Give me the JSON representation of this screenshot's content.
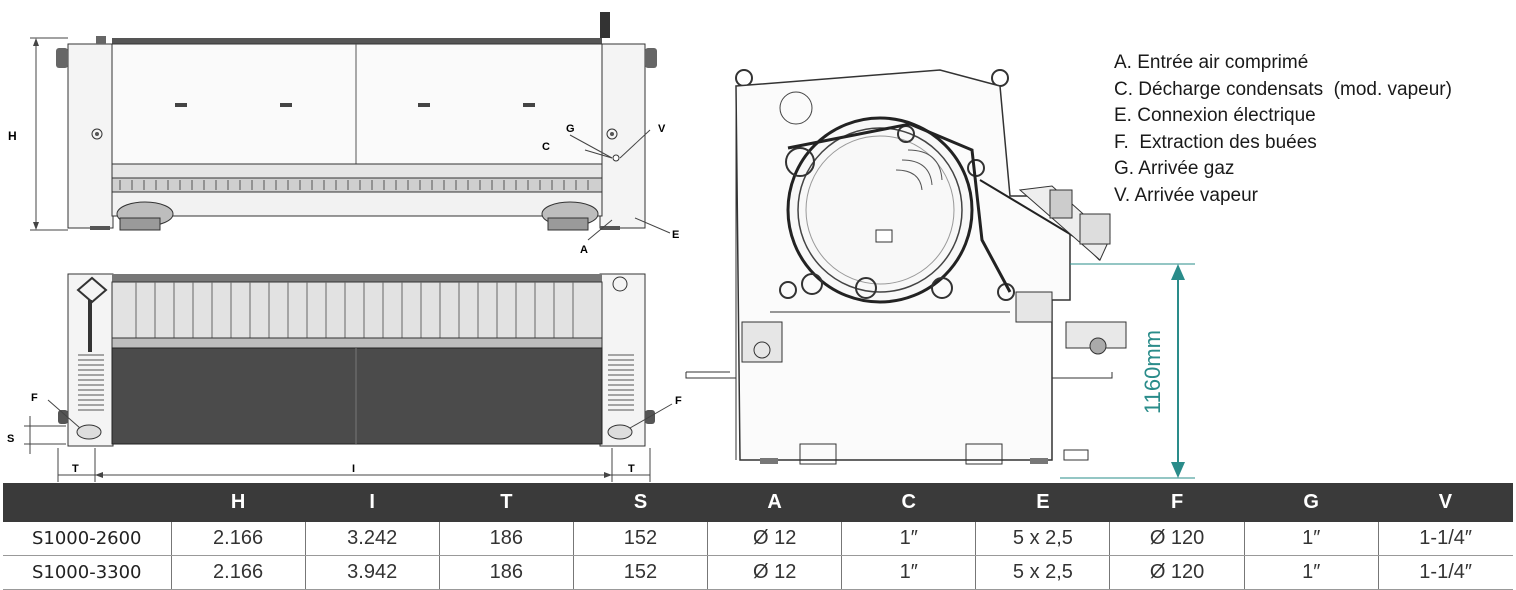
{
  "drawing_labels": {
    "front": {
      "H": "H",
      "G": "G",
      "V": "V",
      "C": "C",
      "A": "A",
      "E": "E"
    },
    "top": {
      "F_left": "F",
      "F_right": "F",
      "S": "S",
      "T_left": "T",
      "I": "I",
      "T_right": "T"
    },
    "side": {
      "height": "1160mm"
    }
  },
  "legend": [
    "A. Entrée air comprimé",
    "C. Décharge condensats  (mod. vapeur)",
    "E. Connexion électrique",
    "F.  Extraction des buées",
    "G. Arrivée gaz",
    "V. Arrivée vapeur"
  ],
  "table": {
    "headers": [
      "",
      "H",
      "I",
      "T",
      "S",
      "A",
      "C",
      "E",
      "F",
      "G",
      "V"
    ],
    "rows": [
      [
        "S1000-2600",
        "2.166",
        "3.242",
        "186",
        "152",
        "Ø 12",
        "1″",
        "5 x 2,5",
        "Ø 120",
        "1″",
        "1-1/4″"
      ],
      [
        "S1000-3300",
        "2.166",
        "3.942",
        "186",
        "152",
        "Ø 12",
        "1″",
        "5 x 2,5",
        "Ø 120",
        "1″",
        "1-1/4″"
      ]
    ]
  }
}
